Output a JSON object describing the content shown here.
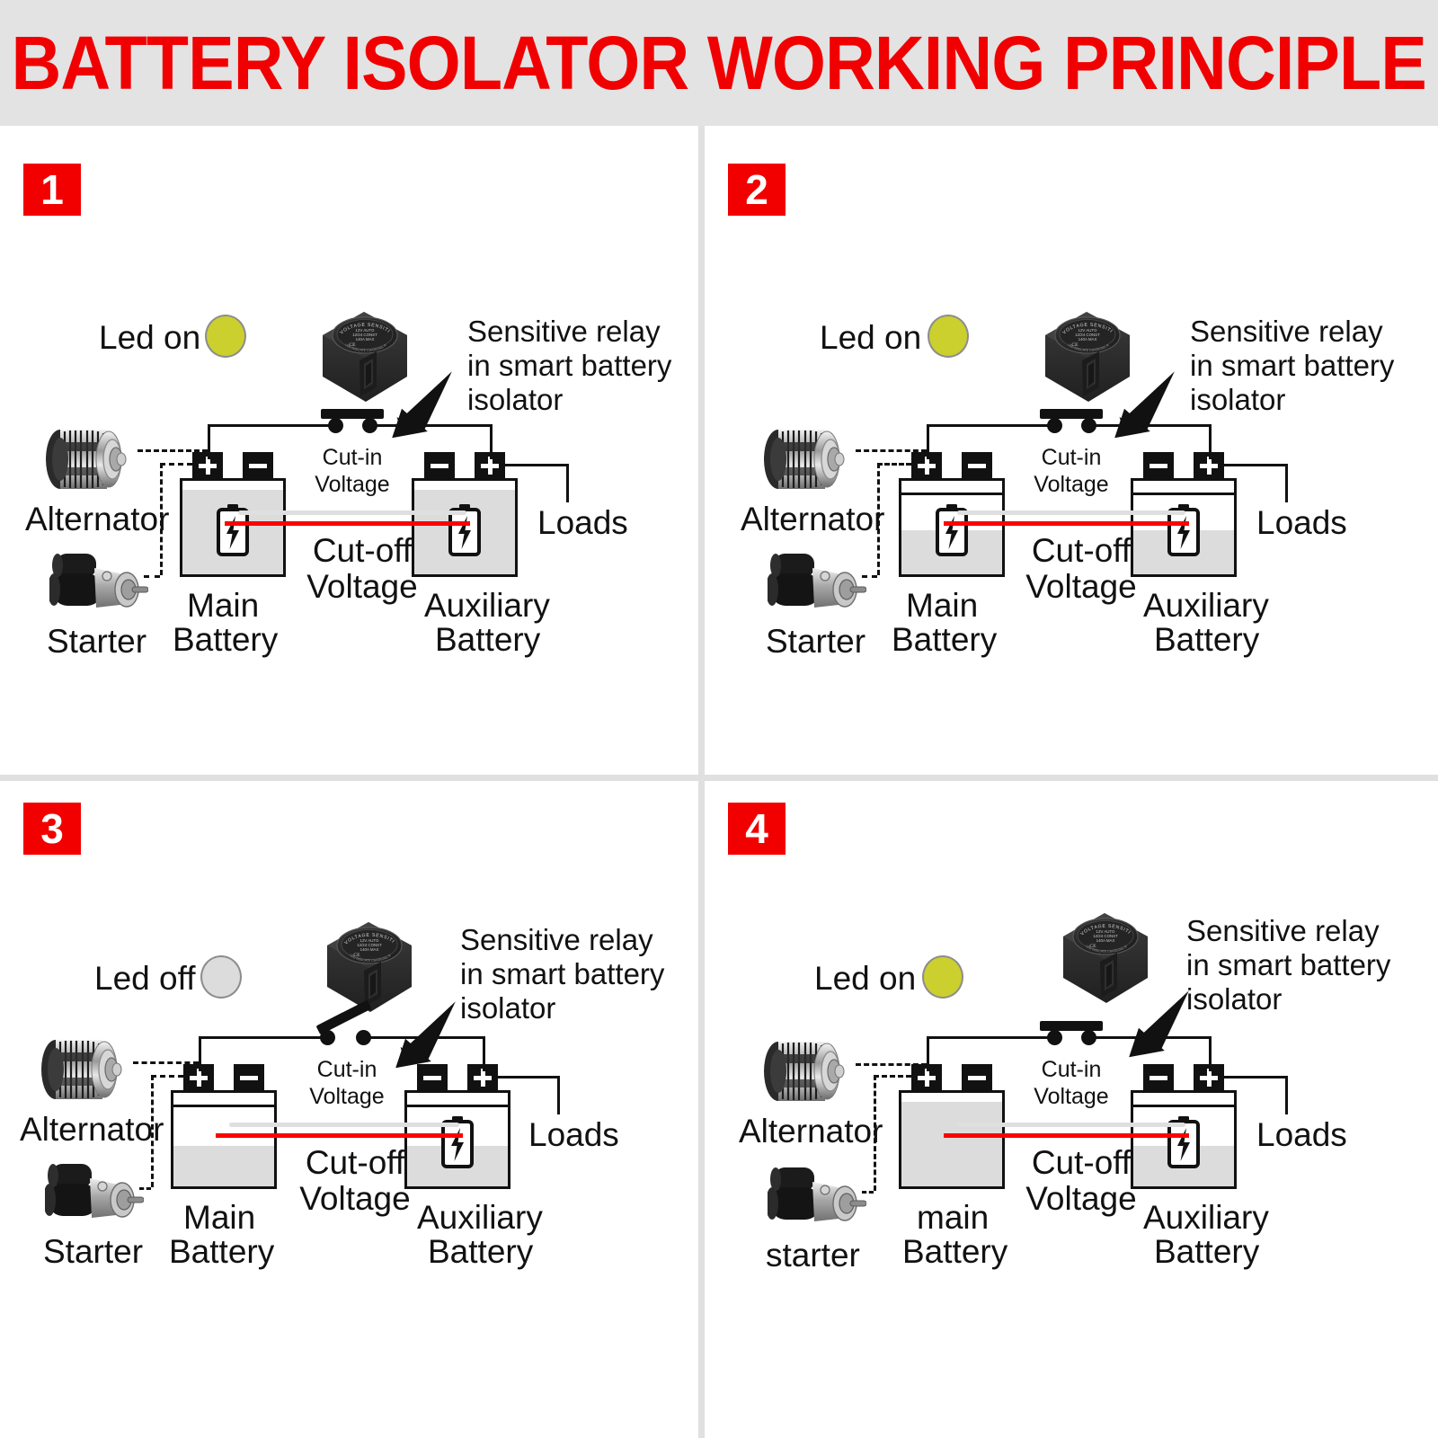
{
  "header": {
    "title": "BATTERY ISOLATOR WORKING PRINCIPLE"
  },
  "colors": {
    "title_red": "#f00000",
    "badge_red": "#f20000",
    "header_bg": "#e3e3e3",
    "led_on": "#cbd02e",
    "led_off": "#dcdcdc",
    "cutoff_line": "#ff0000",
    "battery_fill": "#dcdcdc",
    "divider": "#e0e0e0"
  },
  "common": {
    "relay_callout": "Sensitive relay\nin smart battery\nisolator",
    "relay_callout_l1": "Sensitive relay",
    "relay_callout_l2": "in smart battery",
    "relay_callout_l3": "isolator",
    "cut_in_l1": "Cut-in",
    "cut_in_l2": "Voltage",
    "cut_off_l1": "Cut-off",
    "cut_off_l2": "Voltage",
    "loads": "Loads",
    "terminal_plus": "+",
    "terminal_minus": "-",
    "relay_device_text_arc": "VOLTAGE SENSITIVE RELAY",
    "relay_device_text_body": "12V AUTO\n12/24 CONST\n140A MAX",
    "relay_device_text_ce": "CE",
    "relay_device_text_bottom": "LED INDICATE CHARGING RED OR"
  },
  "panels": [
    {
      "number": "1",
      "led_label": "Led on",
      "led_state": "on",
      "relay_state": "closed",
      "alternator_label": "Alternator",
      "starter_label": "Starter",
      "main_battery_label_l1": "Main",
      "main_battery_label_l2": "Battery",
      "aux_battery_label_l1": "Auxiliary",
      "aux_battery_label_l2": "Battery",
      "loads_label": "Loads",
      "main_fill_percent": 100,
      "aux_fill_percent": 100,
      "main_has_bolt": true,
      "aux_has_bolt": true
    },
    {
      "number": "2",
      "led_label": "Led on",
      "led_state": "on",
      "relay_state": "closed",
      "alternator_label": "Alternator",
      "starter_label": "Starter",
      "main_battery_label_l1": "Main",
      "main_battery_label_l2": "Battery",
      "aux_battery_label_l1": "Auxiliary",
      "aux_battery_label_l2": "Battery",
      "loads_label": "Loads",
      "main_fill_percent": 52,
      "aux_fill_percent": 52,
      "main_has_bolt": true,
      "aux_has_bolt": true
    },
    {
      "number": "3",
      "led_label": "Led off",
      "led_state": "off",
      "relay_state": "open",
      "alternator_label": "Alternator",
      "starter_label": "Starter",
      "main_battery_label_l1": "Main",
      "main_battery_label_l2": "Battery",
      "aux_battery_label_l1": "Auxiliary",
      "aux_battery_label_l2": "Battery",
      "loads_label": "Loads",
      "main_fill_percent": 48,
      "aux_fill_percent": 48,
      "main_has_bolt": false,
      "aux_has_bolt": true
    },
    {
      "number": "4",
      "led_label": "Led on",
      "led_state": "on",
      "relay_state": "closed",
      "alternator_label": "Alternator",
      "starter_label": "starter",
      "main_battery_label_l1": "main",
      "main_battery_label_l2": "Battery",
      "aux_battery_label_l1": "Auxiliary",
      "aux_battery_label_l2": "Battery",
      "loads_label": "Loads",
      "main_fill_percent": 100,
      "aux_fill_percent": 48,
      "main_has_bolt": false,
      "aux_has_bolt": true
    }
  ]
}
